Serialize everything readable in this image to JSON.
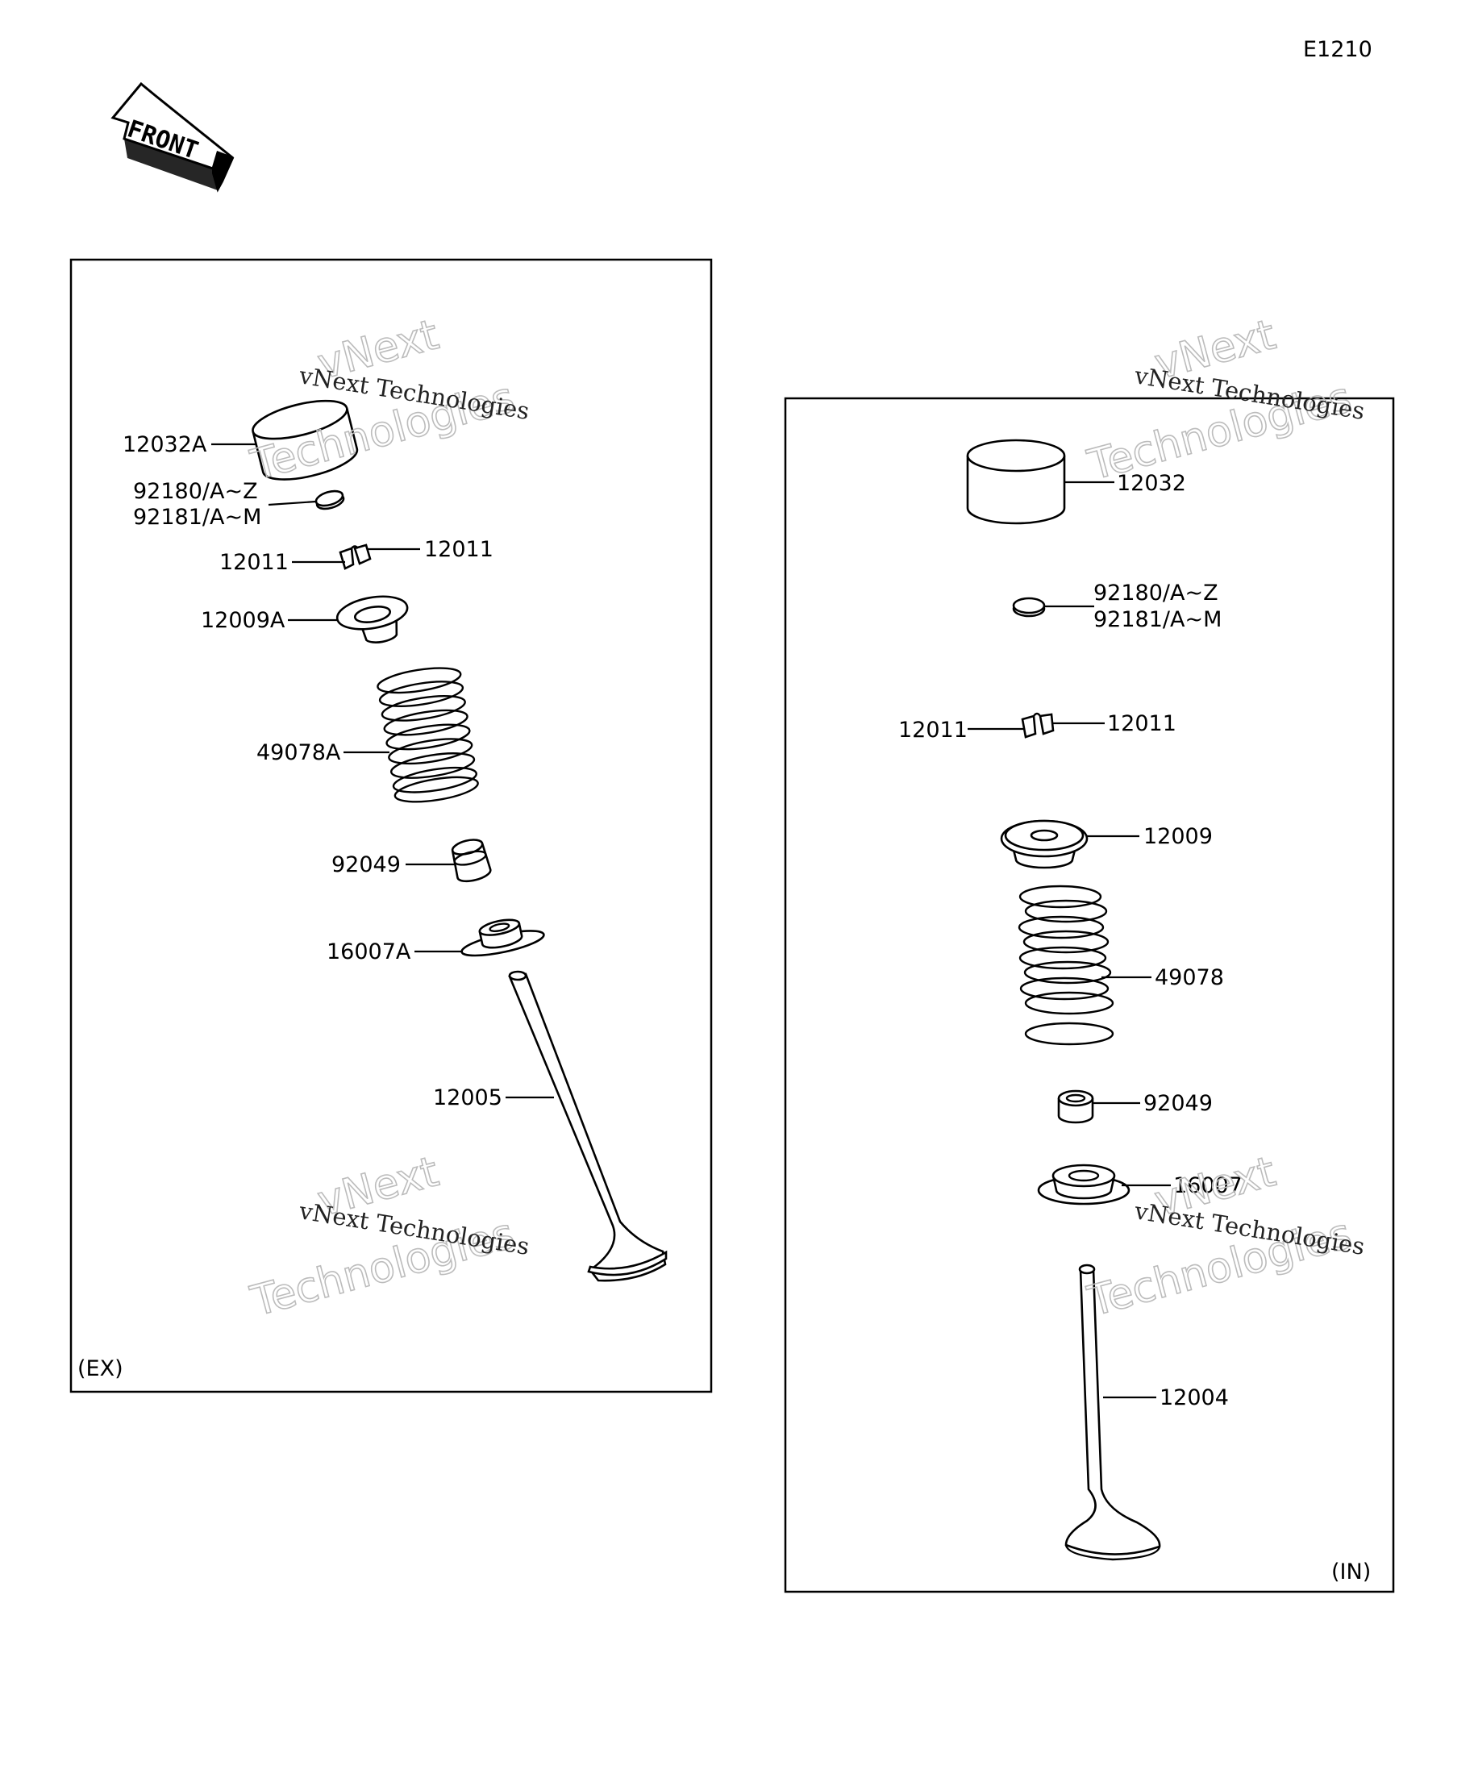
{
  "diagram_code": "E1210",
  "front_label": "FRONT",
  "watermark": {
    "line1": "vNext Technologies",
    "line2": "vNext",
    "line3": "Technologies"
  },
  "ex_panel": {
    "tag": "(EX)",
    "labels": {
      "tappet": "12032A",
      "shim_a": "92180/A~Z",
      "shim_b": "92181/A~M",
      "keeper_left": "12011",
      "keeper_right": "12011",
      "retainer": "12009A",
      "spring": "49078A",
      "seal": "92049",
      "seat": "16007A",
      "valve": "12005"
    }
  },
  "in_panel": {
    "tag": "(IN)",
    "labels": {
      "tappet": "12032",
      "shim_a": "92180/A~Z",
      "shim_b": "92181/A~M",
      "keeper_left": "12011",
      "keeper_right": "12011",
      "retainer": "12009",
      "spring": "49078",
      "seal": "92049",
      "seat": "16007",
      "valve": "12004"
    }
  }
}
